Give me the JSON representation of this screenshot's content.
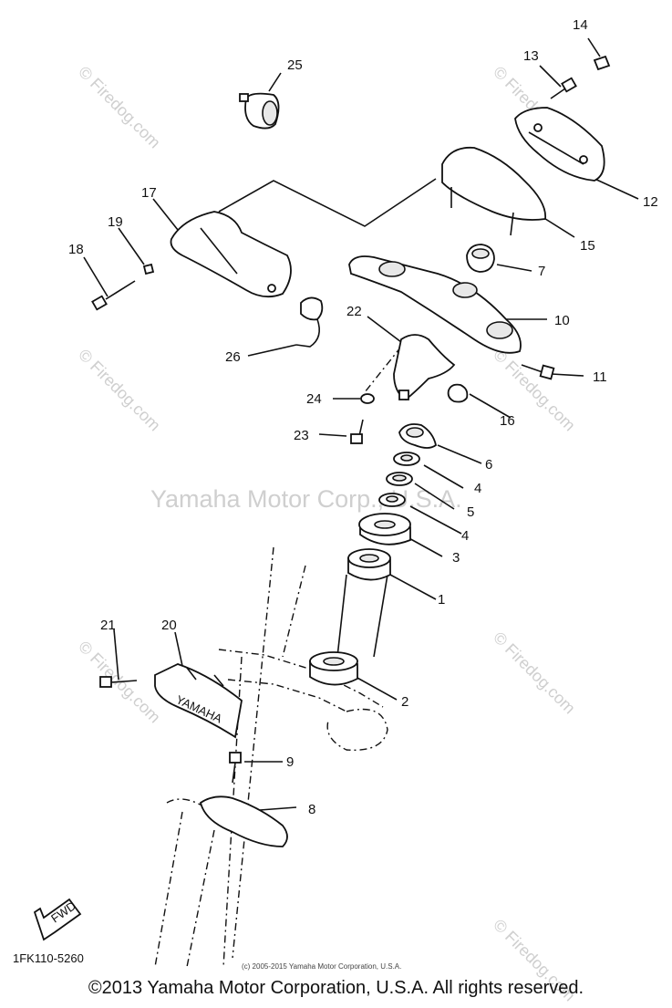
{
  "diagram": {
    "watermark_center": "Yamaha Motor Corp., U.S.A.",
    "watermark_site": "© Firedog.com",
    "part_code": "1FK110-5260",
    "small_copyright": "(c) 2005-2015 Yamaha Motor Corporation, U.S.A.",
    "fwd_label": "FWD",
    "bracket_text": "YAMAHA",
    "labels": [
      "1",
      "2",
      "3",
      "4",
      "4",
      "5",
      "6",
      "7",
      "8",
      "9",
      "10",
      "11",
      "12",
      "13",
      "14",
      "15",
      "16",
      "17",
      "18",
      "19",
      "20",
      "21",
      "22",
      "23",
      "24",
      "25",
      "26"
    ]
  },
  "footer": {
    "copyright": "©2013 Yamaha Motor Corporation, U.S.A. All rights reserved."
  }
}
